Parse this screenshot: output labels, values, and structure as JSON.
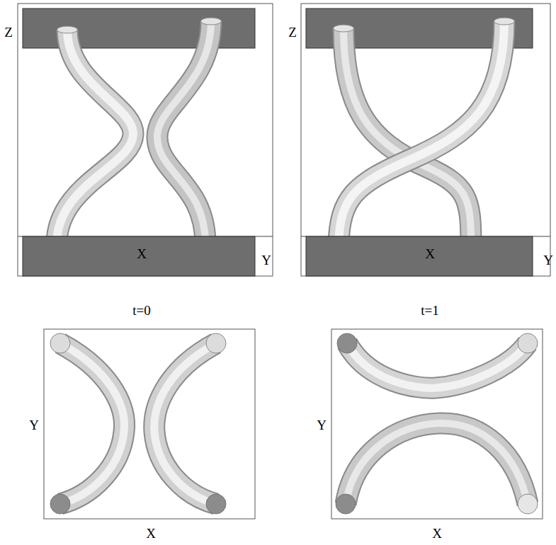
{
  "diagram": {
    "labels": [
      "Z",
      "X",
      "Y",
      "Z",
      "X",
      "Y",
      "t=0",
      "t=1",
      "Y",
      "X",
      "Y",
      "X"
    ]
  }
}
